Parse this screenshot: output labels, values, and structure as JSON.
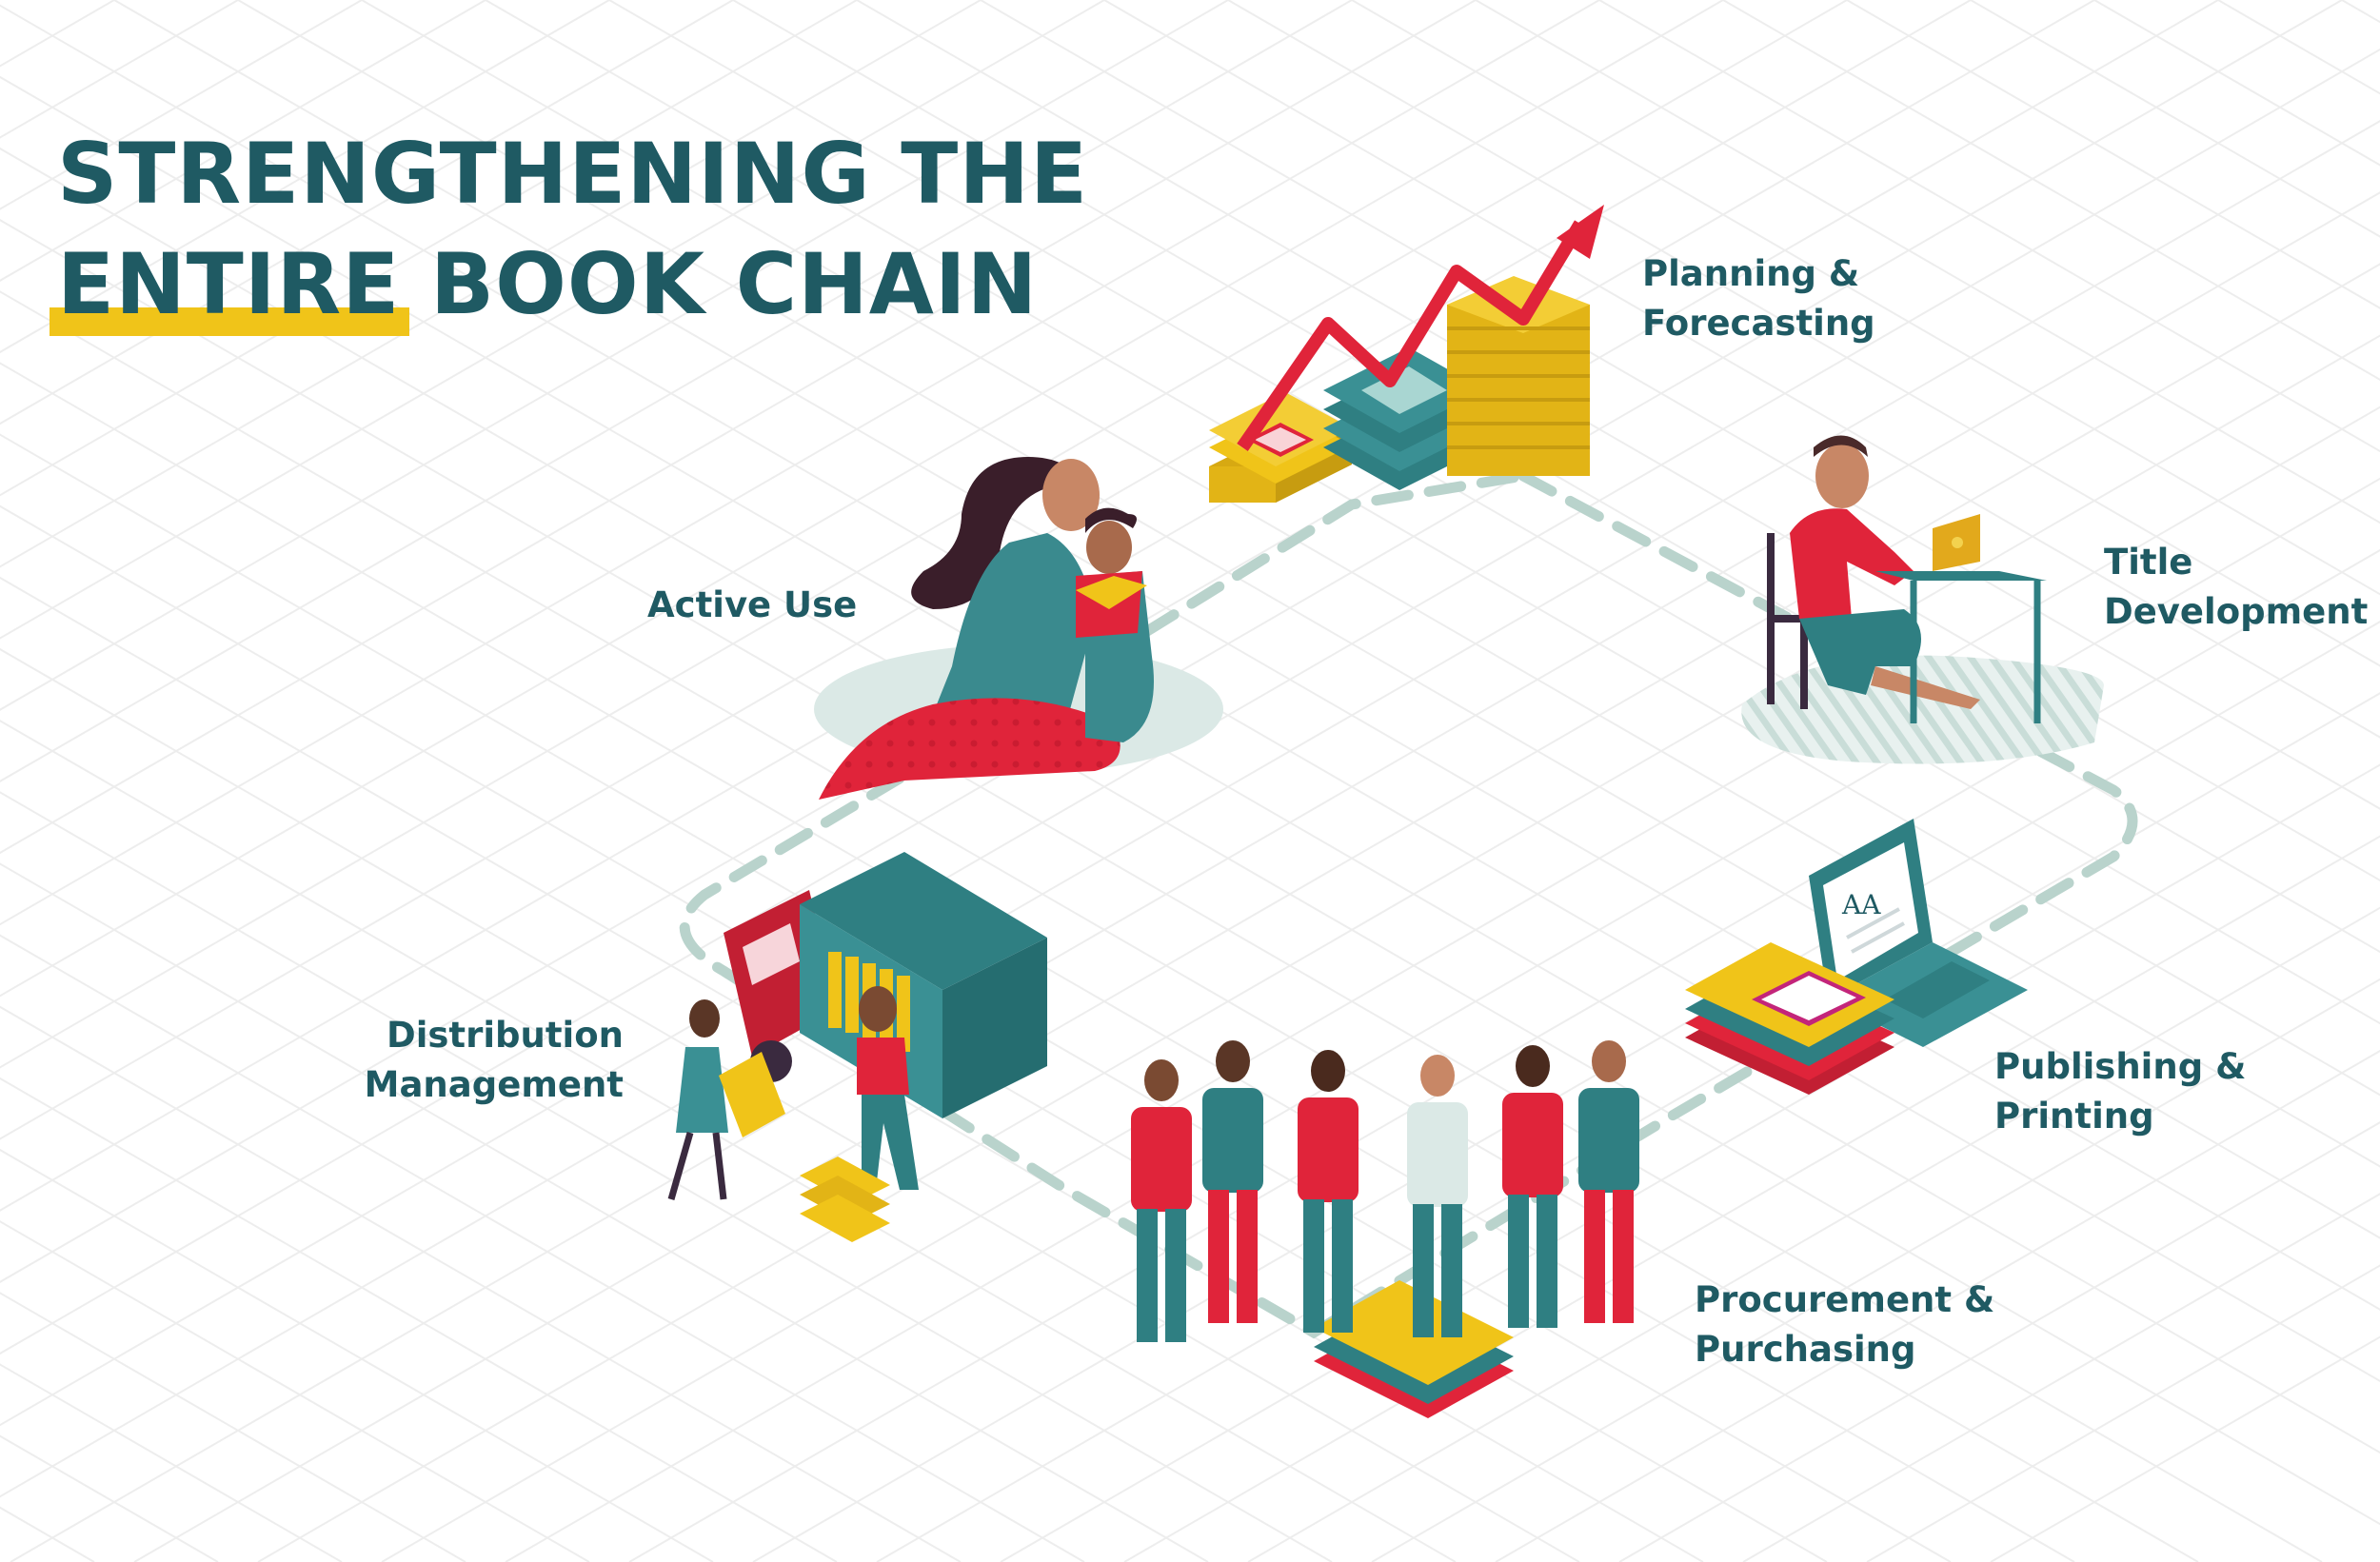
{
  "title": {
    "line1": "STRENGTHENING THE",
    "line2_highlight": "ENTIRE",
    "line2_rest": " BOOK CHAIN"
  },
  "stages": [
    {
      "id": "planning",
      "line1": "Planning &",
      "line2": "Forecasting"
    },
    {
      "id": "title-development",
      "line1": "Title",
      "line2": "Development"
    },
    {
      "id": "publishing",
      "line1": "Publishing &",
      "line2": "Printing"
    },
    {
      "id": "procurement",
      "line1": "Procurement &",
      "line2": "Purchasing"
    },
    {
      "id": "distribution",
      "line1": "Distribution",
      "line2": "Management"
    },
    {
      "id": "active-use",
      "line1": "Active Use",
      "line2": ""
    }
  ],
  "laptop_screen_text": "AA",
  "colors": {
    "teal_dark": "#1f5a63",
    "teal": "#2f8a8f",
    "red": "#e0243a",
    "yellow": "#f0c419",
    "path_dash": "#b9d3cc",
    "grid": "#ececec"
  }
}
